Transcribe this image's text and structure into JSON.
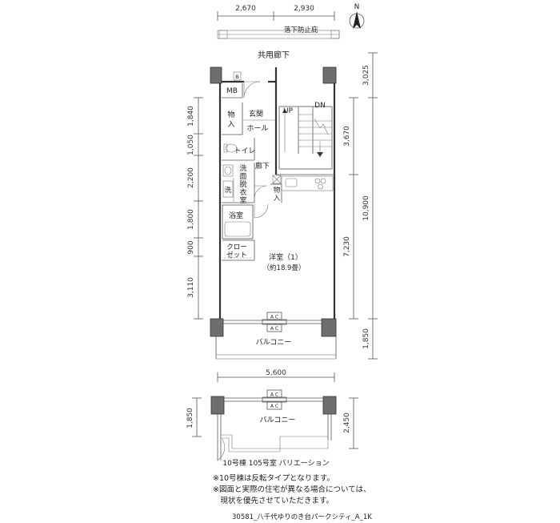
{
  "dims": {
    "top": [
      "2,670",
      "2,930"
    ],
    "right_outer": [
      "3,025",
      "10,900",
      "1,850"
    ],
    "right_inner": [
      "3,670",
      "7,230"
    ],
    "left": [
      "1,840",
      "1,050",
      "2,200",
      "1,800",
      "900",
      "3,110"
    ],
    "bottom_width": "5,600",
    "var_left": "1,850",
    "var_right": "2,450"
  },
  "labels": {
    "north": "N",
    "fall_fence": "落下防止庇",
    "corridor": "共用廊下",
    "b": "B",
    "mb": "MB",
    "genkan": "玄関",
    "storage1": [
      "物",
      "入"
    ],
    "hall": "ホール",
    "up": "UP",
    "dn": "DN",
    "toilet": "トイレ",
    "hallway": "廊下",
    "washroom": [
      "洗",
      "面",
      "脱",
      "衣",
      "室"
    ],
    "wash": "洗",
    "storage2": [
      "物",
      "入"
    ],
    "bath": "浴室",
    "closet": [
      "クロー",
      "ゼット"
    ],
    "western_room": "洋室（1）",
    "western_size": "（約18.9畳）",
    "ac": "A C",
    "balcony": "バルコニー",
    "variation_balcony": "バルコニー",
    "variation_caption": "10号棟 105号室 バリエーション"
  },
  "notes": [
    "※10号棟は反転タイプとなります。",
    "※図面と実際の住宅が異なる場合については、",
    "　現状を優先させていただきます。"
  ],
  "footer": "30581_八千代ゆりのき台パークシティ_A_1K"
}
